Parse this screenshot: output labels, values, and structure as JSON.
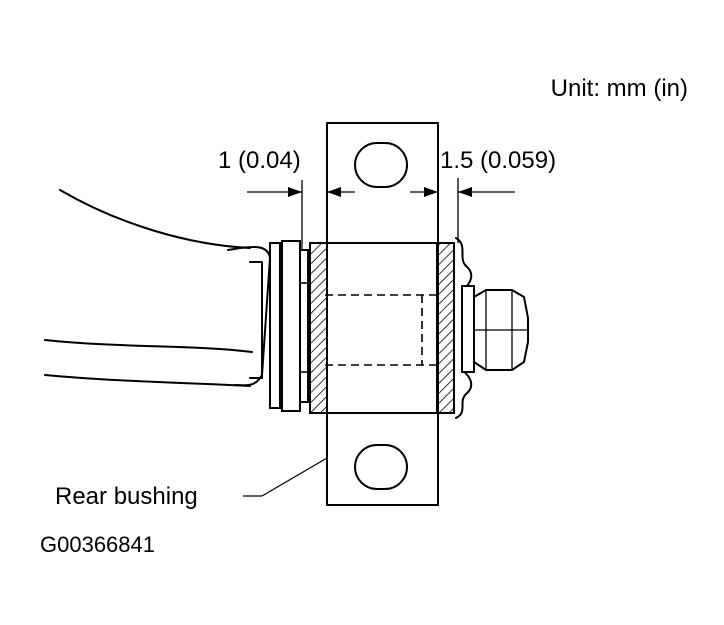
{
  "unit_label": "Unit: mm (in)",
  "dimension_left": "1 (0.04)",
  "dimension_right": "1.5 (0.059)",
  "callout_label": "Rear bushing",
  "figure_code": "G00366841"
}
